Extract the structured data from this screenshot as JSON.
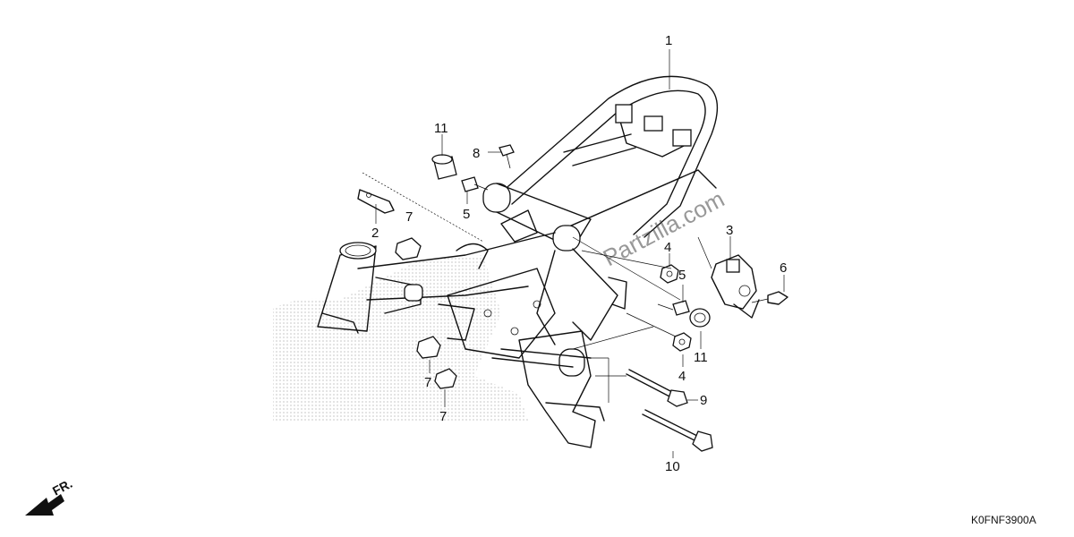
{
  "diagram": {
    "code": "K0FNF3900A",
    "watermark": "Partzilla.com",
    "front_marker": "FR.",
    "callouts": [
      {
        "id": "c1",
        "label": "1"
      },
      {
        "id": "c2",
        "label": "2"
      },
      {
        "id": "c3",
        "label": "3"
      },
      {
        "id": "c4a",
        "label": "4"
      },
      {
        "id": "c4b",
        "label": "4"
      },
      {
        "id": "c5a",
        "label": "5"
      },
      {
        "id": "c5b",
        "label": "5"
      },
      {
        "id": "c6",
        "label": "6"
      },
      {
        "id": "c7a",
        "label": "7"
      },
      {
        "id": "c7b",
        "label": "7"
      },
      {
        "id": "c7c",
        "label": "7"
      },
      {
        "id": "c8",
        "label": "8"
      },
      {
        "id": "c9",
        "label": "9"
      },
      {
        "id": "c10",
        "label": "10"
      },
      {
        "id": "c11a",
        "label": "11"
      },
      {
        "id": "c11b",
        "label": "11"
      }
    ]
  }
}
